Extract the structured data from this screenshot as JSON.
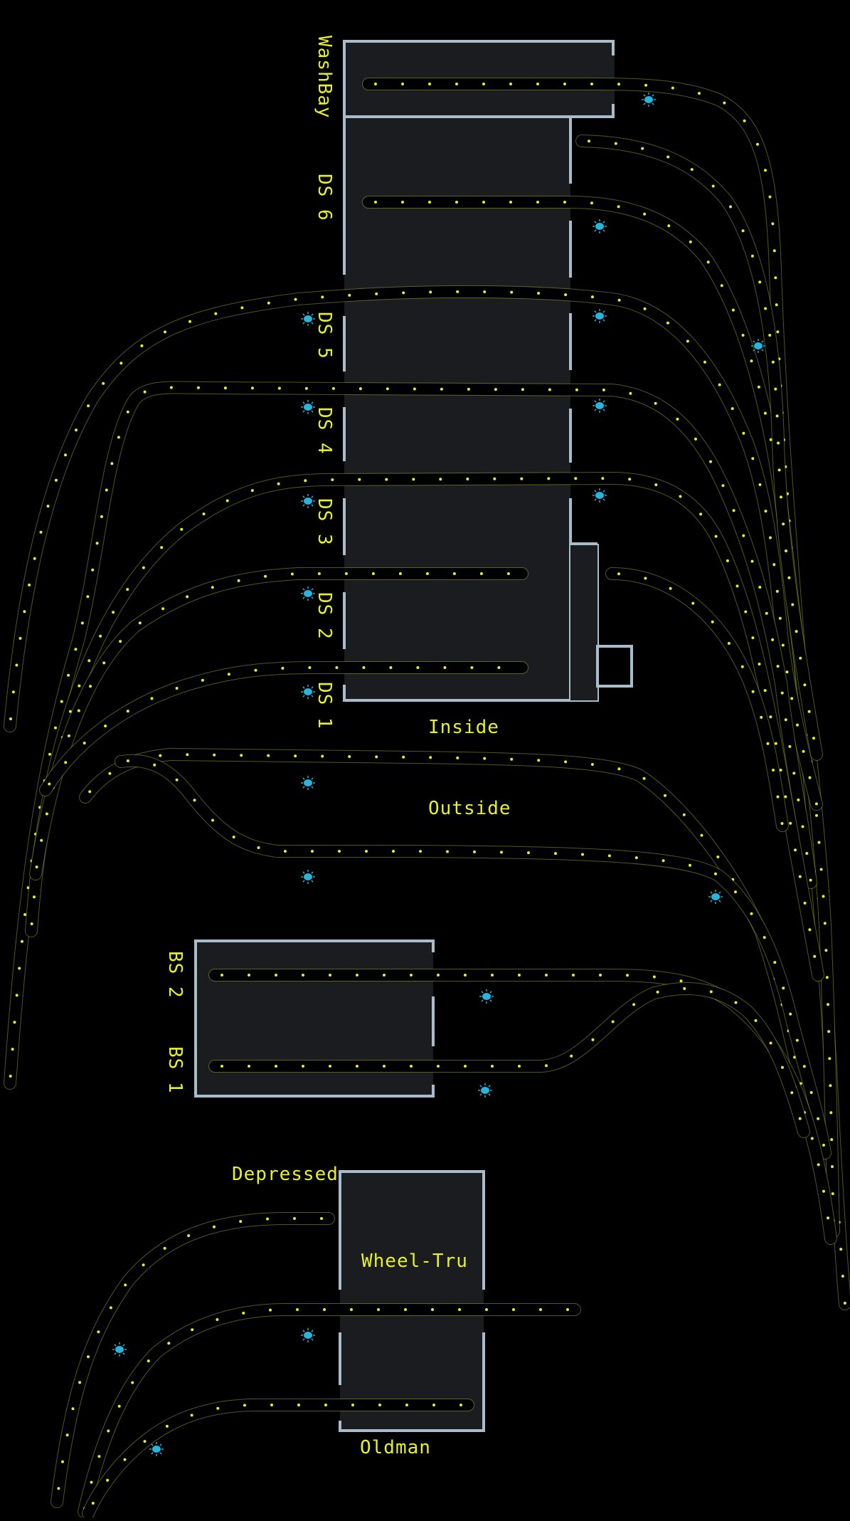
{
  "colors": {
    "background": "#000000",
    "track": "#e6f22c",
    "wall": "#a8bccb",
    "bay_fill": "#1b1c1f",
    "lamp": "#27b5dc",
    "label": "#e8f02a"
  },
  "labels": {
    "washbay": "WashBay",
    "ds6": "DS 6",
    "ds5": "DS 5",
    "ds4": "DS 4",
    "ds3": "DS 3",
    "ds2": "DS 2",
    "ds1": "DS 1",
    "inside": "Inside",
    "outside": "Outside",
    "bs2": "BS 2",
    "bs1": "BS 1",
    "depressed": "Depressed",
    "wheel_tru": "Wheel-Tru",
    "oldman": "Oldman"
  },
  "icons": {
    "signal": "signal-lamp-icon"
  }
}
